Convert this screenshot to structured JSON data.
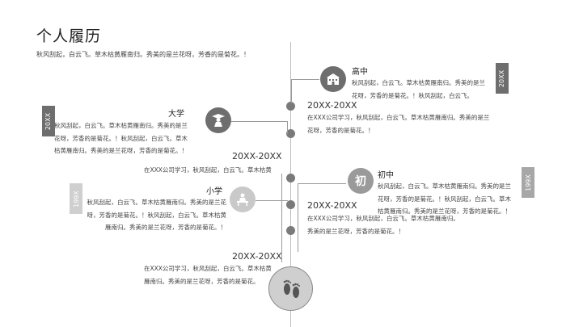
{
  "header": {
    "title": "个人履历",
    "subtitle": "秋风刮起，白云飞。草木枯黄雁南归。秀美的是兰花呀，芳香的是菊花。！"
  },
  "entries": [
    {
      "stage": "高中",
      "badge": "20XX",
      "paragraph": "秋风刮起，白云飞。草木枯黄雁南归。秀美的是兰花呀，芳香的是菊花。！秋风刮起，白云飞。",
      "icon": "school-building-icon"
    },
    {
      "stage": "大学",
      "badge": "20XX",
      "paragraph": "秋风刮起，白云飞。草木枯黄雁南归。秀美的是兰花呀，芳香的是菊花。！秋风刮起，白云飞。草木枯黄雁南归。秀美的是兰花呀，芳香的是菊花。！",
      "icon": "graduate-icon"
    },
    {
      "stage": "初中",
      "badge": "199X",
      "icon_label": "初",
      "paragraph": "秋风刮起，白云飞。草木枯黄雁南归。秀美的是兰花呀，芳香的是菊花。！秋风刮起，白云飞。草木枯黄雁南归。秀美的是兰花呀，芳香的是菊花。！",
      "icon": "character-icon"
    },
    {
      "stage": "小学",
      "badge": "199X",
      "paragraph": "秋风刮起，白云飞。草木枯黄雁南归。秀美的是兰花呀，芳香的是菊花。！秋风刮起，白云飞。草木枯黄雁南归。秀美的是兰花呀，芳香的是菊花。！",
      "icon": "student-desk-icon"
    }
  ],
  "timeline_items": [
    {
      "year": "20XX-20XX",
      "text": "在XXX公司学习，秋风刮起，白云飞。草木枯黄雁南归。秀美的是兰花呀，芳香的是菊花。！"
    },
    {
      "year": "20XX-20XX",
      "text": "在XXX公司学习，秋风刮起，白云飞。草木枯黄"
    },
    {
      "year": "20XX-20XX",
      "text": "在XXX公司学习，秋风刮起，白云飞。草木枯黄雁南归。秀美的是兰花呀，芳香的是菊花。！"
    },
    {
      "year": "20XX-20XX",
      "text": "在XXX公司学习，秋风刮起，白云飞。草木枯黄雁南归。秀美的是兰花呀，芳香的是菊花。"
    }
  ],
  "footer": {
    "icon": "footprints-icon"
  }
}
